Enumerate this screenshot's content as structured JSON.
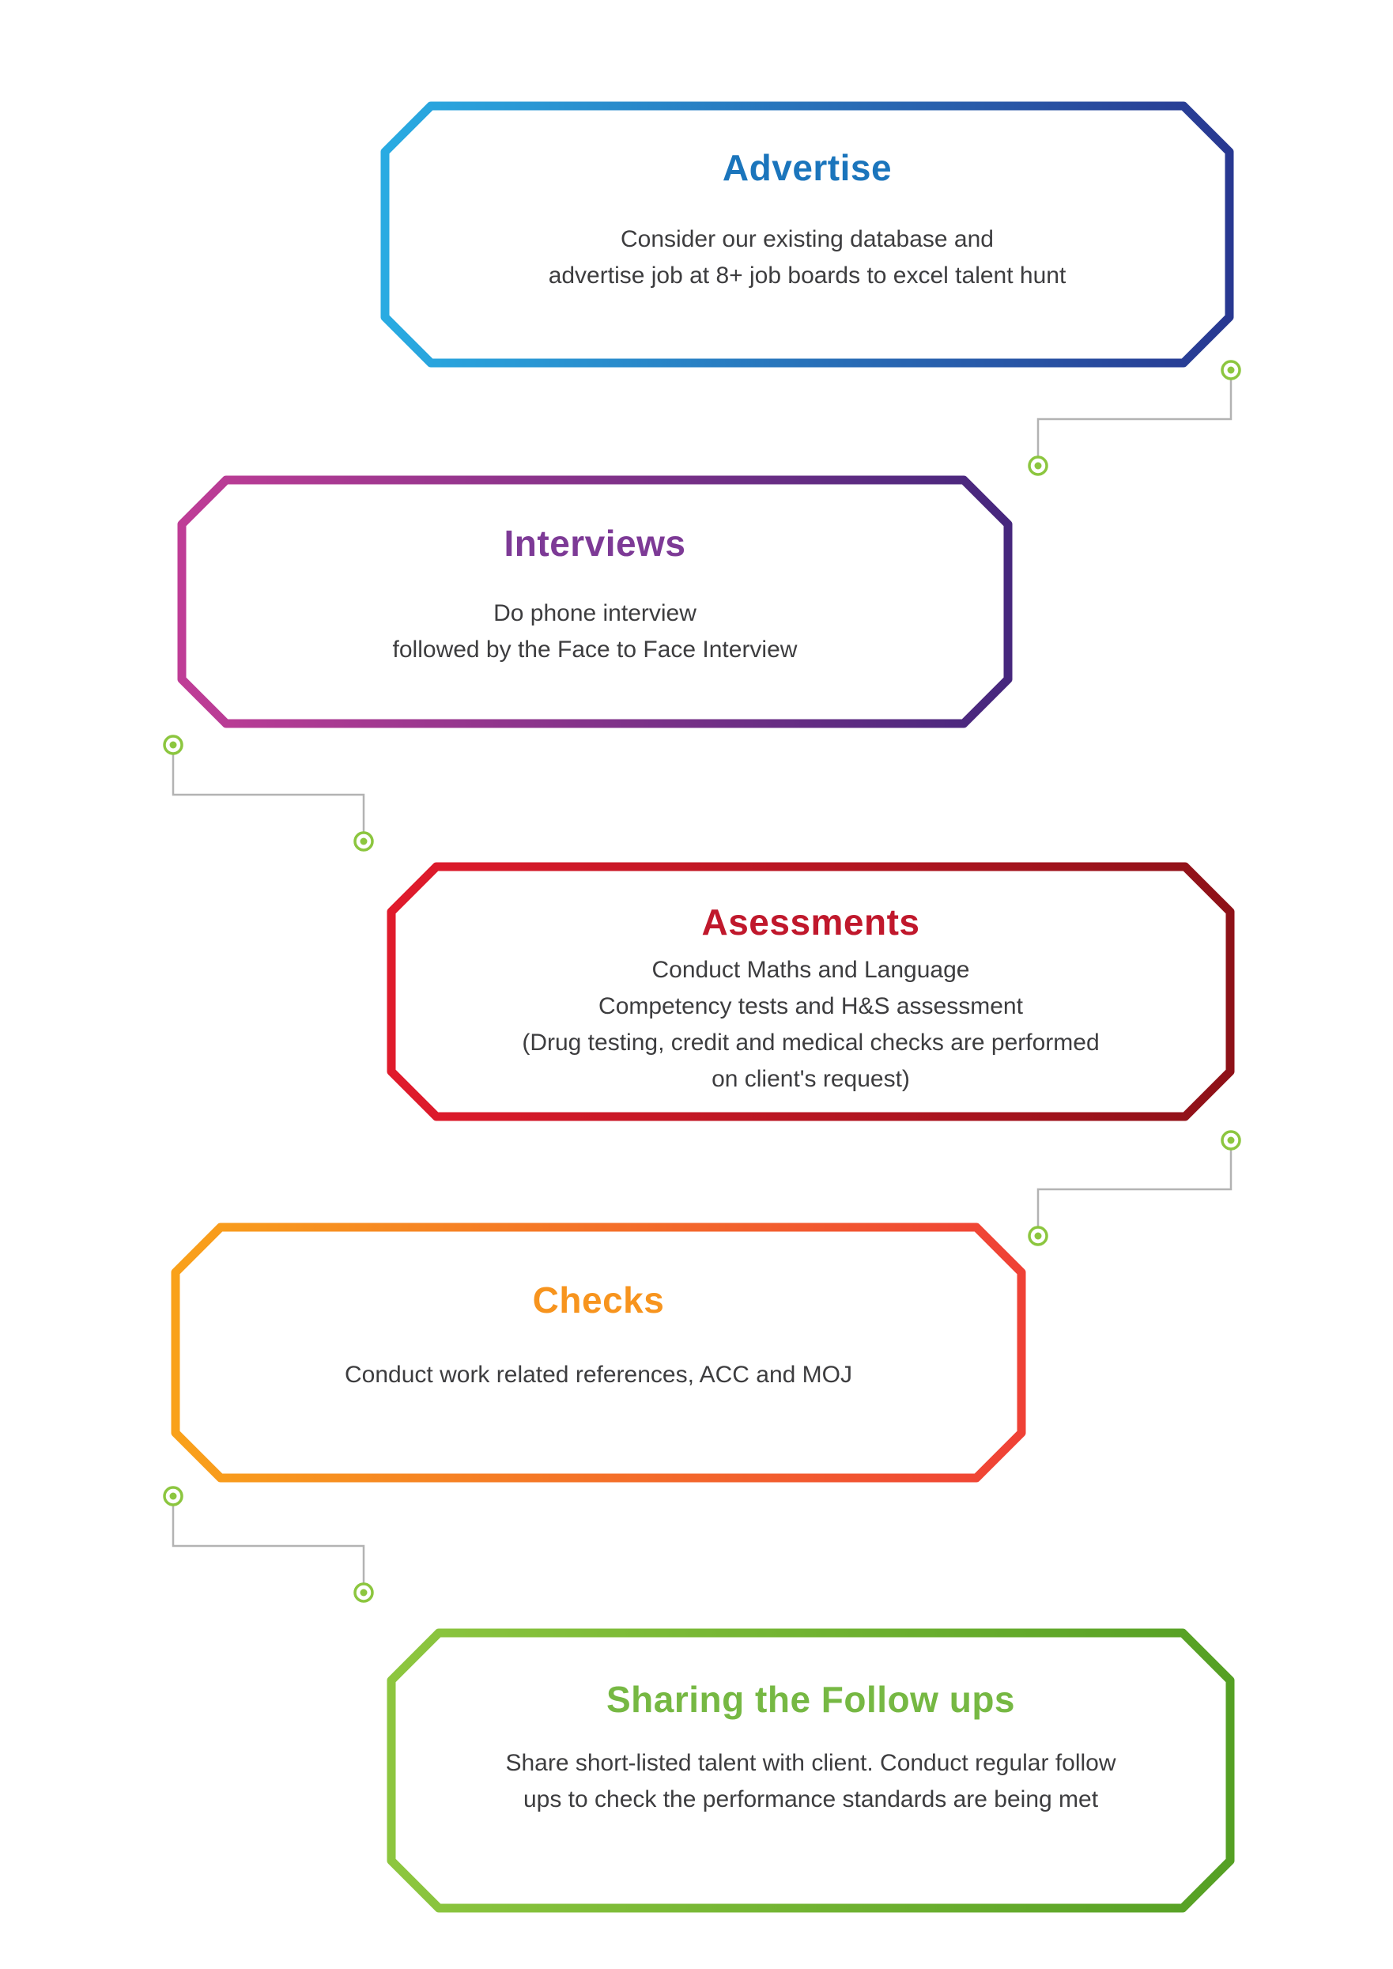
{
  "steps": [
    {
      "title": "Advertise",
      "title_color": "#1b75bc",
      "border_gradient": [
        "#29abe2",
        "#283891"
      ],
      "description": "Consider our existing database and\nadvertise job at 8+ job boards to excel talent hunt"
    },
    {
      "title": "Interviews",
      "title_color": "#7d3a96",
      "border_gradient": [
        "#bf3d96",
        "#46277d"
      ],
      "description": "Do phone interview\nfollowed by the Face to Face Interview"
    },
    {
      "title": "Asessments",
      "title_color": "#c0182c",
      "border_gradient": [
        "#e01b2c",
        "#8e1118"
      ],
      "description": "Conduct Maths and Language\nCompetency tests and H&S assessment\n(Drug testing, credit and medical checks are performed\non client's request)"
    },
    {
      "title": "Checks",
      "title_color": "#f7941e",
      "border_gradient": [
        "#f9a11b",
        "#ef4136"
      ],
      "description": "Conduct work related references, ACC and MOJ"
    },
    {
      "title": "Sharing the Follow ups",
      "title_color": "#76b843",
      "border_gradient": [
        "#8dc63f",
        "#55a024"
      ],
      "description": "Share short-listed talent with client. Conduct regular follow\nups to check the performance standards are being met"
    }
  ],
  "connector_style": {
    "line_color": "#b3b3b3",
    "node_color": "#8cc63f",
    "node_fill": "#ffffff"
  }
}
